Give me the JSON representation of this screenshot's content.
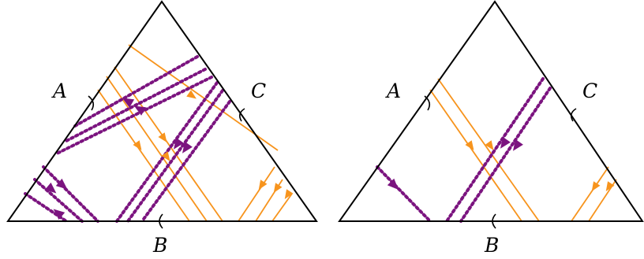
{
  "diagrams": [
    {
      "id": "left",
      "edge_labels": {
        "A": "A",
        "B": "B",
        "C": "C"
      }
    },
    {
      "id": "right",
      "edge_labels": {
        "A": "A",
        "B": "B",
        "C": "C"
      }
    }
  ],
  "colors": {
    "orange": "#f7941d",
    "purple": "#7b147f",
    "edge": "#000000"
  }
}
